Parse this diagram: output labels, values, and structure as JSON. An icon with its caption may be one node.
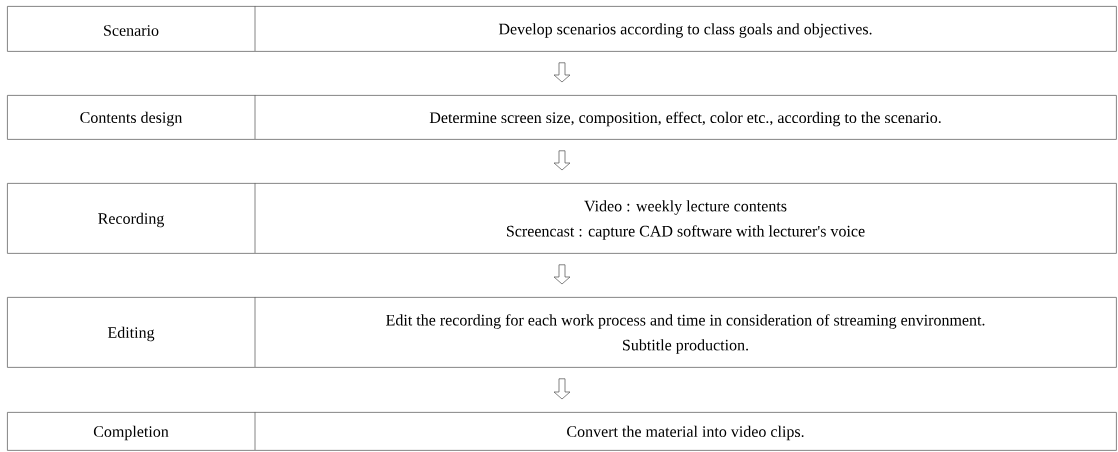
{
  "diagram": {
    "nodes": [
      {
        "text": [
          "Scenario",
          "Develop scenarios according to class goals and objectives."
        ]
      },
      {
        "text": [
          "Contents design",
          "Determine screen size, composition, effect, color etc., according to the scenario."
        ]
      },
      {
        "text": [
          "Recording",
          "Video : weekly lecture contents",
          "Screencast : capture CAD software with lecturer's voice"
        ]
      },
      {
        "text": [
          "Editing",
          "Edit the recording for each work process and time in consideration of streaming environment.",
          "Subtitle production."
        ]
      },
      {
        "text": [
          "Completion",
          "Convert the material into video clips."
        ]
      }
    ],
    "edges": [
      {
        "from": 0,
        "to": 1,
        "arrow": "to"
      },
      {
        "from": 1,
        "to": 2,
        "arrow": "to"
      },
      {
        "from": 2,
        "to": 3,
        "arrow": "to"
      },
      {
        "from": 3,
        "to": 4,
        "arrow": "to"
      }
    ]
  }
}
